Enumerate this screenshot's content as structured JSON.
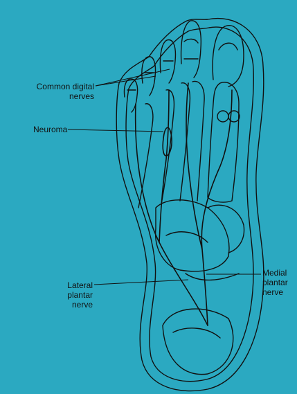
{
  "labels": {
    "common_digital_nerves": [
      "Common digital",
      "nerves"
    ],
    "neuroma": "Neuroma",
    "lateral_plantar_nerve": [
      "Lateral",
      "plantar",
      "nerve"
    ],
    "medial_plantar_nerve": [
      "Medial",
      "plantar",
      "nerve"
    ]
  },
  "colors": {
    "background": "#2ba9c1",
    "ink": "#111111"
  }
}
